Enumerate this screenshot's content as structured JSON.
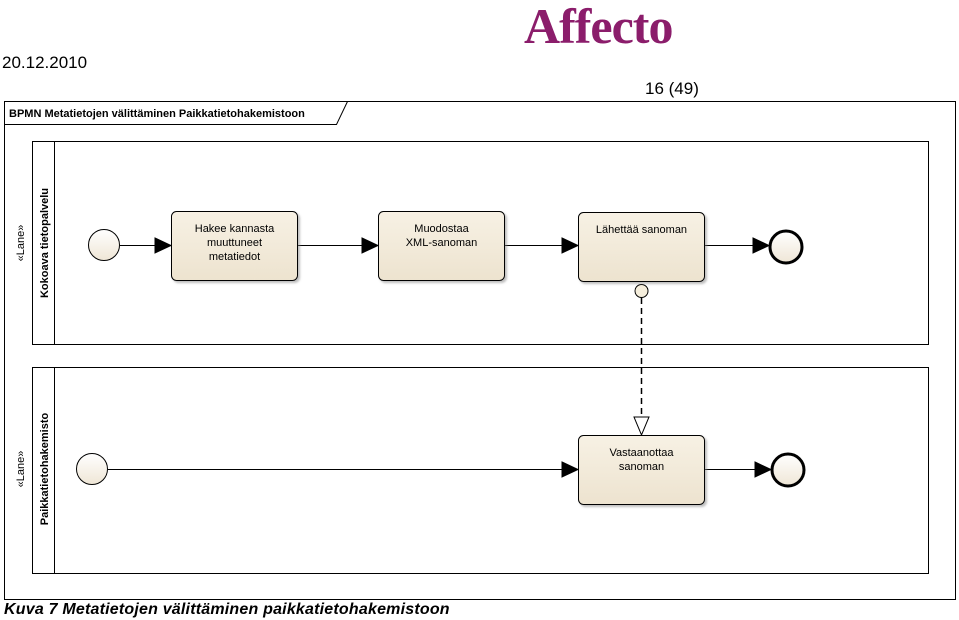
{
  "header": {
    "date": "20.12.2010",
    "logo": "Affecto",
    "page_number": "16 (49)"
  },
  "diagram": {
    "frame_title": "BPMN Metatietojen välittäminen Paikkatietohakemistoon",
    "lanes": [
      {
        "stereotype": "«Lane»",
        "name": "Kokoava tietopalvelu"
      },
      {
        "stereotype": "«Lane»",
        "name": "Paikkatietohakemisto"
      }
    ],
    "tasks": {
      "t1": [
        "Hakee kannasta",
        "muuttuneet",
        "metatiedot"
      ],
      "t2": [
        "Muodostaa",
        "XML-sanoman"
      ],
      "t3": [
        "Lähettää sanoman"
      ],
      "t4": [
        "Vastaanottaa",
        "sanoman"
      ]
    }
  },
  "caption": "Kuva 7 Metatietojen välittäminen paikkatietohakemistoon"
}
